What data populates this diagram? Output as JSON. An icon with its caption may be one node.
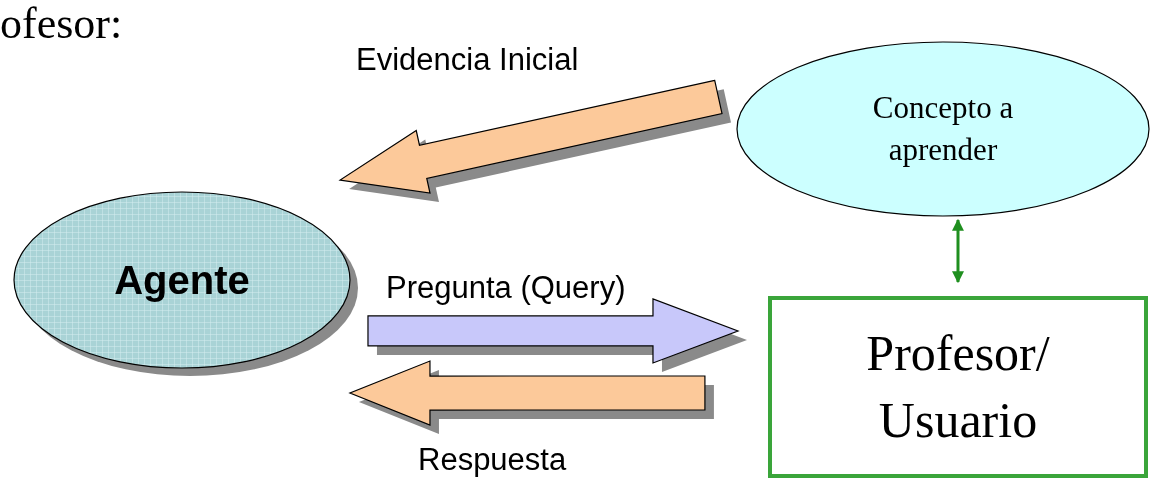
{
  "diagram": {
    "nodes": [
      {
        "text": [
          "Concepto a aprender"
        ]
      },
      {
        "text": [
          "Agente"
        ]
      },
      {
        "text": [
          "Profesor/ Usuario"
        ]
      }
    ],
    "edges": [
      {
        "from": 0,
        "to": 1,
        "arrow": "to",
        "label": "Evidencia Inicial"
      },
      {
        "from": 1,
        "to": 2,
        "arrow": "to",
        "label": "Pregunta (Query)",
        "color": "#c8c8fa"
      },
      {
        "from": 2,
        "to": 1,
        "arrow": "to",
        "label": "Respuesta"
      },
      {
        "from": 0,
        "to": 2,
        "arrow": "both",
        "color": "#1f8f1f"
      }
    ],
    "labels": [
      "ofesor:"
    ]
  }
}
